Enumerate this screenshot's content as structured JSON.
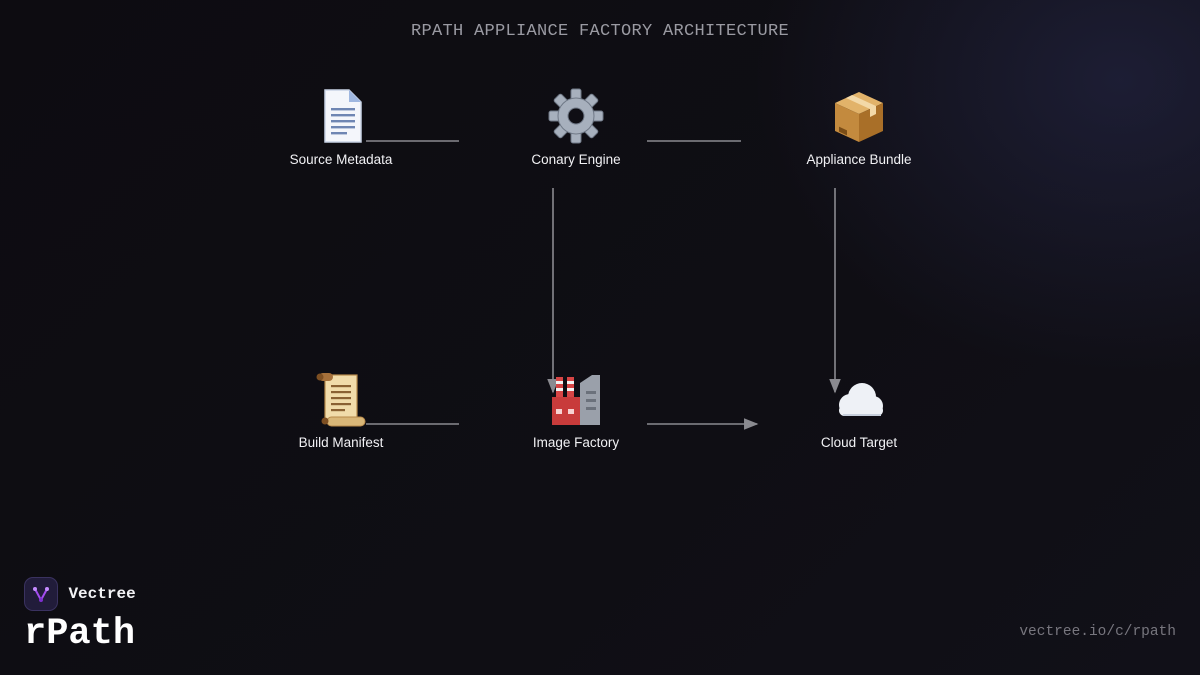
{
  "diagram": {
    "title": "RPATH APPLIANCE FACTORY ARCHITECTURE",
    "nodes": [
      {
        "id": "source-metadata",
        "label": "Source Metadata",
        "icon": "document-icon"
      },
      {
        "id": "conary-engine",
        "label": "Conary Engine",
        "icon": "gear-icon"
      },
      {
        "id": "appliance-bundle",
        "label": "Appliance Bundle",
        "icon": "package-icon"
      },
      {
        "id": "build-manifest",
        "label": "Build Manifest",
        "icon": "scroll-icon"
      },
      {
        "id": "image-factory",
        "label": "Image Factory",
        "icon": "factory-icon"
      },
      {
        "id": "cloud-target",
        "label": "Cloud Target",
        "icon": "cloud-icon"
      }
    ],
    "edges": [
      {
        "from": "source-metadata",
        "to": "conary-engine",
        "arrow": false
      },
      {
        "from": "conary-engine",
        "to": "appliance-bundle",
        "arrow": false
      },
      {
        "from": "conary-engine",
        "to": "image-factory",
        "arrow": true
      },
      {
        "from": "appliance-bundle",
        "to": "cloud-target",
        "arrow": true
      },
      {
        "from": "build-manifest",
        "to": "image-factory",
        "arrow": false
      },
      {
        "from": "image-factory",
        "to": "cloud-target",
        "arrow": true
      }
    ]
  },
  "brand": {
    "company": "Vectree",
    "product": "rPath",
    "logo_icon": "vectree-logo-icon"
  },
  "footer": {
    "url": "vectree.io/c/rpath"
  },
  "colors": {
    "background": "#0e0d12",
    "connector": "#8a8a90",
    "label": "#f1f1f4",
    "title": "#9a9aa2"
  }
}
